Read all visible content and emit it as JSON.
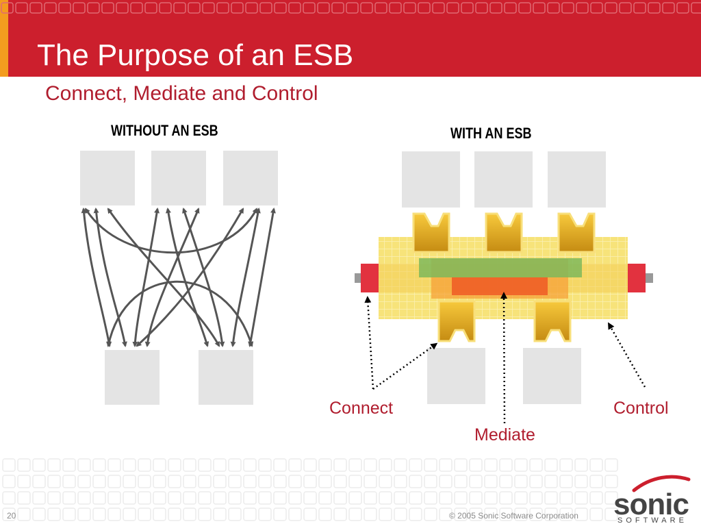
{
  "slide": {
    "title": "The Purpose of an ESB",
    "subtitle": "Connect, Mediate and Control",
    "page_number": "20",
    "copyright": "© 2005 Sonic Software Corporation"
  },
  "left_diagram": {
    "label": "WITHOUT AN ESB"
  },
  "right_diagram": {
    "label": "WITH AN ESB"
  },
  "callouts": {
    "connect": "Connect",
    "mediate": "Mediate",
    "control": "Control"
  },
  "logo": {
    "word": "sonic",
    "sub": "SOFTWARE"
  },
  "colors": {
    "header_red": "#cc1f2d",
    "accent_orange": "#f39c1f",
    "text_red": "#b01d2e"
  }
}
